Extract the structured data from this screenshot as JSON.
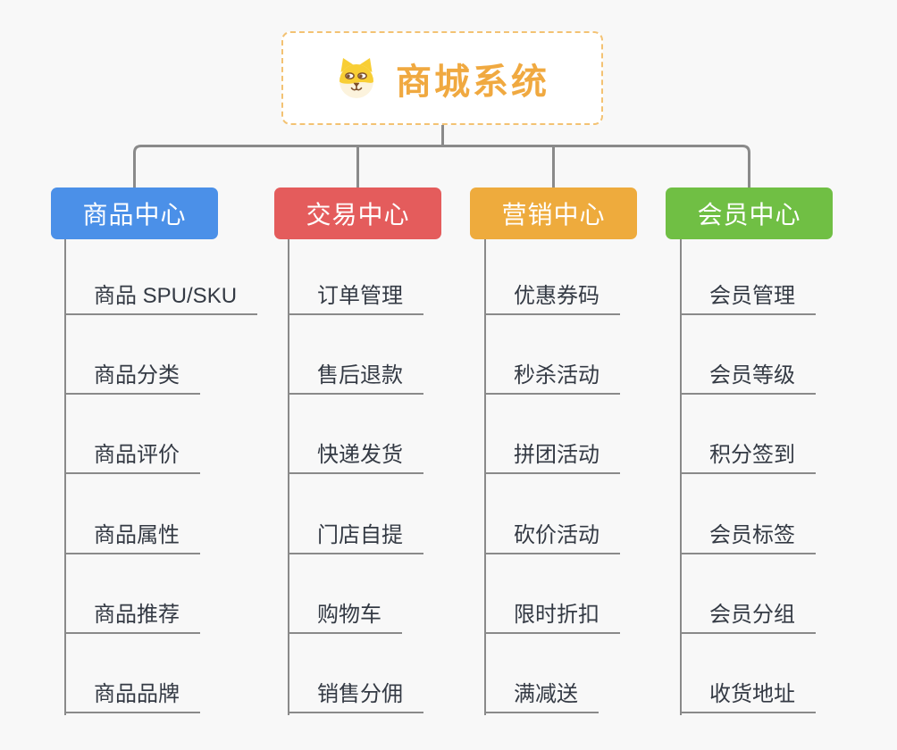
{
  "canvas": {
    "background": "#f8f8f8",
    "connector_color": "#8a8a8a",
    "leaf_text_color": "#343a44"
  },
  "root": {
    "title": "商城系统",
    "icon": "dog-face-icon",
    "text_color": "#f0a940",
    "border_color": "#f3c273",
    "background": "#ffffff",
    "icon_colors": {
      "yellow": "#f8ce35",
      "cream": "#fcf3dd",
      "brown": "#7c4f2b"
    }
  },
  "branches": [
    {
      "label": "商品中心",
      "color": "#4b90e8",
      "items": [
        "商品 SPU/SKU",
        "商品分类",
        "商品评价",
        "商品属性",
        "商品推荐",
        "商品品牌"
      ]
    },
    {
      "label": "交易中心",
      "color": "#e45c5c",
      "items": [
        "订单管理",
        "售后退款",
        "快递发货",
        "门店自提",
        "购物车",
        "销售分佣"
      ]
    },
    {
      "label": "营销中心",
      "color": "#eeab3d",
      "items": [
        "优惠券码",
        "秒杀活动",
        "拼团活动",
        "砍价活动",
        "限时折扣",
        "满减送"
      ]
    },
    {
      "label": "会员中心",
      "color": "#70bf44",
      "items": [
        "会员管理",
        "会员等级",
        "积分签到",
        "会员标签",
        "会员分组",
        "收货地址"
      ]
    }
  ]
}
